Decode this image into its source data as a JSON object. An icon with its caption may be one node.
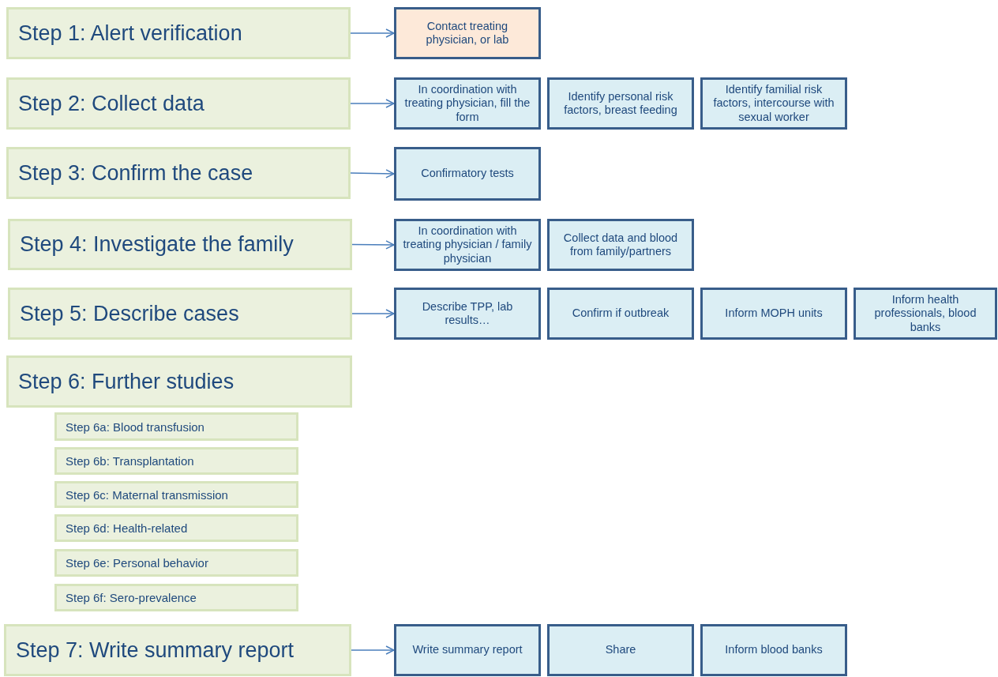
{
  "diagram": {
    "nodes": [
      {
        "text": [
          "Step 1: Alert verification"
        ]
      },
      {
        "text": [
          "Contact treating physician, or lab"
        ]
      },
      {
        "text": [
          "Step 2: Collect data"
        ]
      },
      {
        "text": [
          "In coordination with treating physician, fill the form"
        ]
      },
      {
        "text": [
          "Identify personal risk factors, breast feeding"
        ]
      },
      {
        "text": [
          "Identify familial risk factors, intercourse with sexual worker"
        ]
      },
      {
        "text": [
          "Step 3: Confirm the case"
        ]
      },
      {
        "text": [
          "Confirmatory tests"
        ]
      },
      {
        "text": [
          "Step 4: Investigate the family"
        ]
      },
      {
        "text": [
          "In coordination with treating physician / family physician"
        ]
      },
      {
        "text": [
          "Collect data and blood from family/partners"
        ]
      },
      {
        "text": [
          "Step 5: Describe cases"
        ]
      },
      {
        "text": [
          "Describe TPP, lab results…"
        ]
      },
      {
        "text": [
          "Confirm if outbreak"
        ]
      },
      {
        "text": [
          "Inform MOPH units"
        ]
      },
      {
        "text": [
          "Inform health professionals, blood banks"
        ]
      },
      {
        "text": [
          "Step 6: Further studies"
        ]
      },
      {
        "text": [
          "Step 6a: Blood transfusion"
        ]
      },
      {
        "text": [
          "Step 6b: Transplantation"
        ]
      },
      {
        "text": [
          "Step 6c: Maternal transmission"
        ]
      },
      {
        "text": [
          "Step 6d: Health-related"
        ]
      },
      {
        "text": [
          "Step 6e: Personal behavior"
        ]
      },
      {
        "text": [
          "Step 6f: Sero-prevalence"
        ]
      },
      {
        "text": [
          "Step 7: Write summary report"
        ]
      },
      {
        "text": [
          "Write summary report"
        ]
      },
      {
        "text": [
          "Share"
        ]
      },
      {
        "text": [
          "Inform blood banks"
        ]
      }
    ],
    "edges": [
      {
        "from": 0,
        "to": 1,
        "arrow": "to"
      },
      {
        "from": 2,
        "to": 3,
        "arrow": "to"
      },
      {
        "from": 6,
        "to": 7,
        "arrow": "to"
      },
      {
        "from": 8,
        "to": 9,
        "arrow": "to"
      },
      {
        "from": 11,
        "to": 12,
        "arrow": "to"
      },
      {
        "from": 23,
        "to": 24,
        "arrow": "to"
      }
    ]
  }
}
